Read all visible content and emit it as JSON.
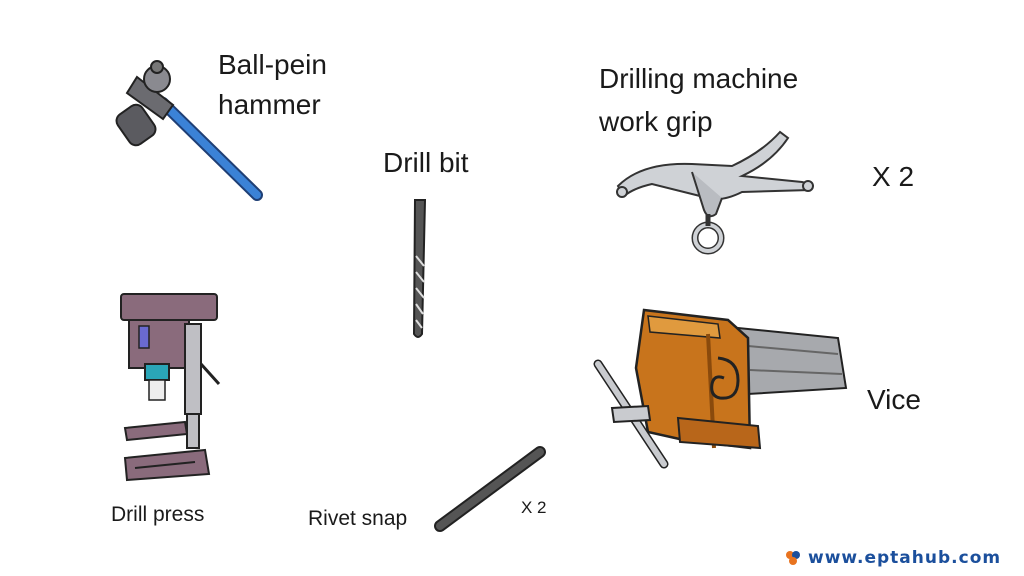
{
  "labels": {
    "hammer_line1": "Ball-pein",
    "hammer_line2": "hammer",
    "drill_bit": "Drill bit",
    "grip_line1": "Drilling machine",
    "grip_line2": "work grip",
    "grip_qty": "X 2",
    "drill_press": "Drill press",
    "rivet_snap": "Rivet snap",
    "rivet_qty": "X 2",
    "vice": "Vice"
  },
  "watermark": {
    "text": "www.eptahub.com"
  },
  "colors": {
    "text": "#1a1a1a",
    "hammer_handle": "#3b82d6",
    "hammer_head": "#6b6b70",
    "vice_body": "#c8741c",
    "steel": "#9ea1a6",
    "press_frame": "#8a6b7c",
    "watermark": "#1b4f9c"
  }
}
